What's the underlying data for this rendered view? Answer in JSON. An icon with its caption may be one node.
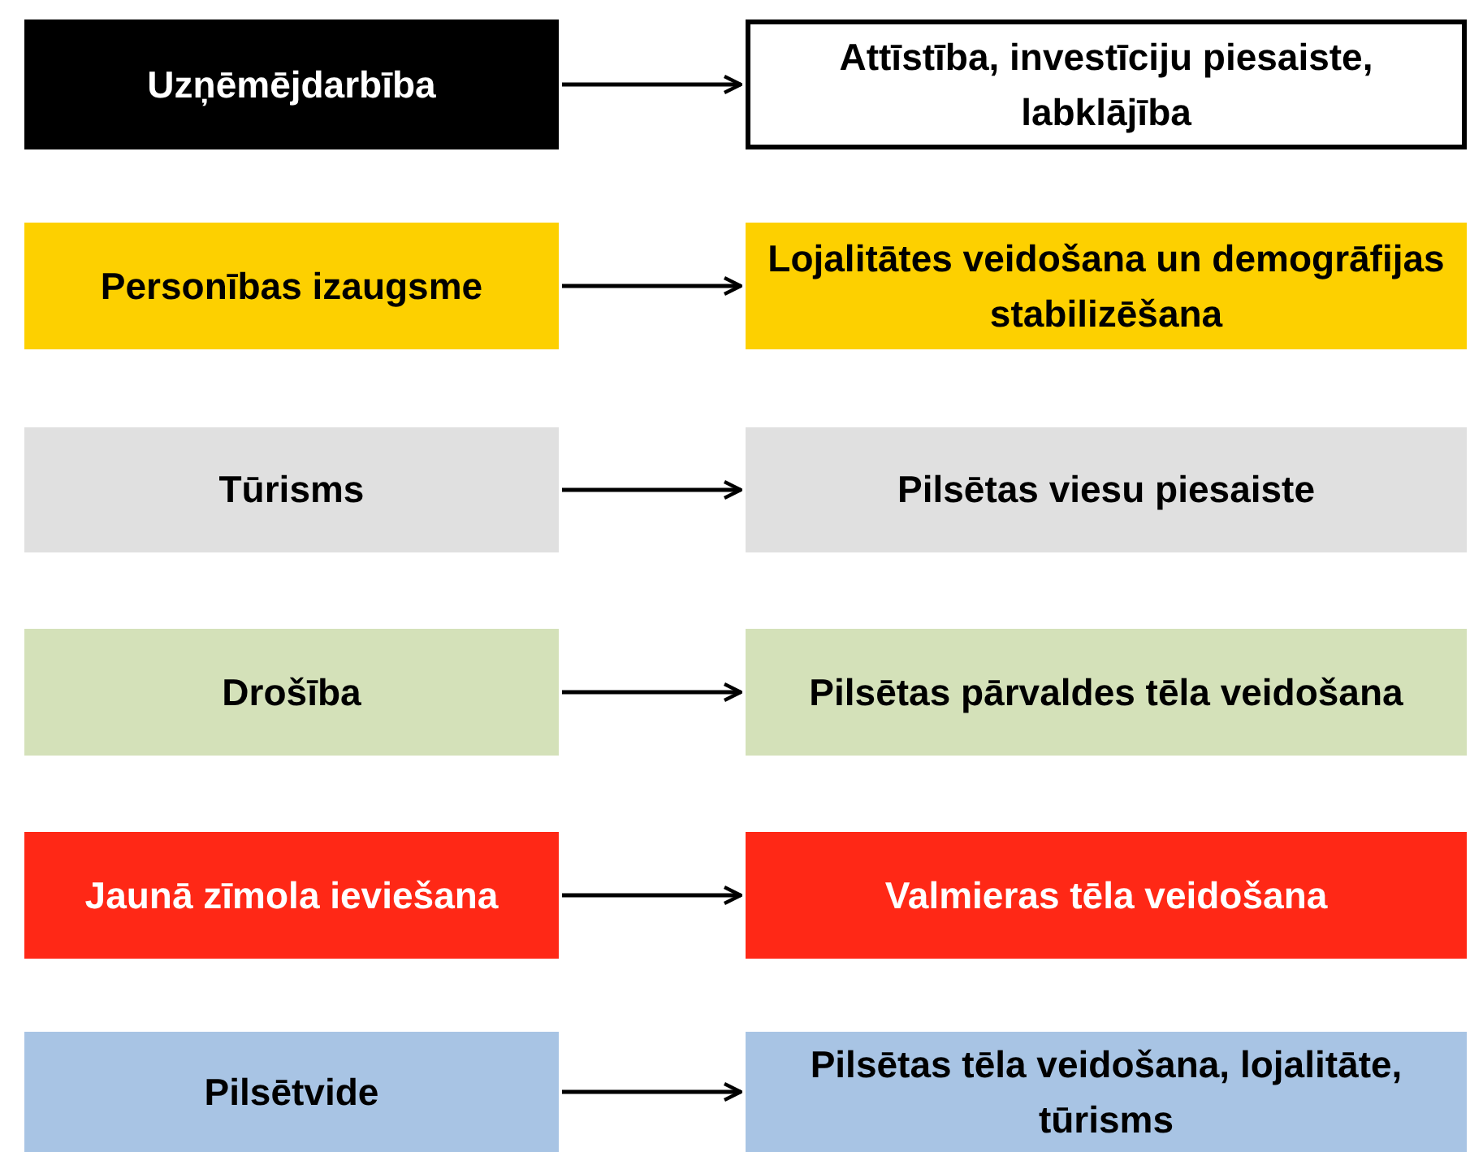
{
  "diagram": {
    "nodes": [
      {
        "text": [
          "Uzņēmējdarbība"
        ]
      },
      {
        "text": [
          "Attīstība, investīciju piesaiste, labklājība"
        ]
      },
      {
        "text": [
          "Personības izaugsme"
        ]
      },
      {
        "text": [
          "Lojalitātes veidošana un demogrāfijas stabilizēšana"
        ]
      },
      {
        "text": [
          "Tūrisms"
        ]
      },
      {
        "text": [
          "Pilsētas viesu piesaiste"
        ]
      },
      {
        "text": [
          "Drošība"
        ]
      },
      {
        "text": [
          "Pilsētas pārvaldes tēla veidošana"
        ]
      },
      {
        "text": [
          "Jaunā zīmola ieviešana"
        ]
      },
      {
        "text": [
          "Valmieras tēla veidošana"
        ]
      },
      {
        "text": [
          "Pilsētvide"
        ]
      },
      {
        "text": [
          "Pilsētas tēla veidošana, lojalitāte, tūrisms"
        ]
      }
    ],
    "edges": [
      {
        "from": 0,
        "to": 1,
        "arrow": "to"
      },
      {
        "from": 2,
        "to": 3,
        "arrow": "to"
      },
      {
        "from": 4,
        "to": 5,
        "arrow": "to"
      },
      {
        "from": 6,
        "to": 7,
        "arrow": "to"
      },
      {
        "from": 8,
        "to": 9,
        "arrow": "to"
      },
      {
        "from": 10,
        "to": 11,
        "arrow": "to"
      }
    ]
  }
}
